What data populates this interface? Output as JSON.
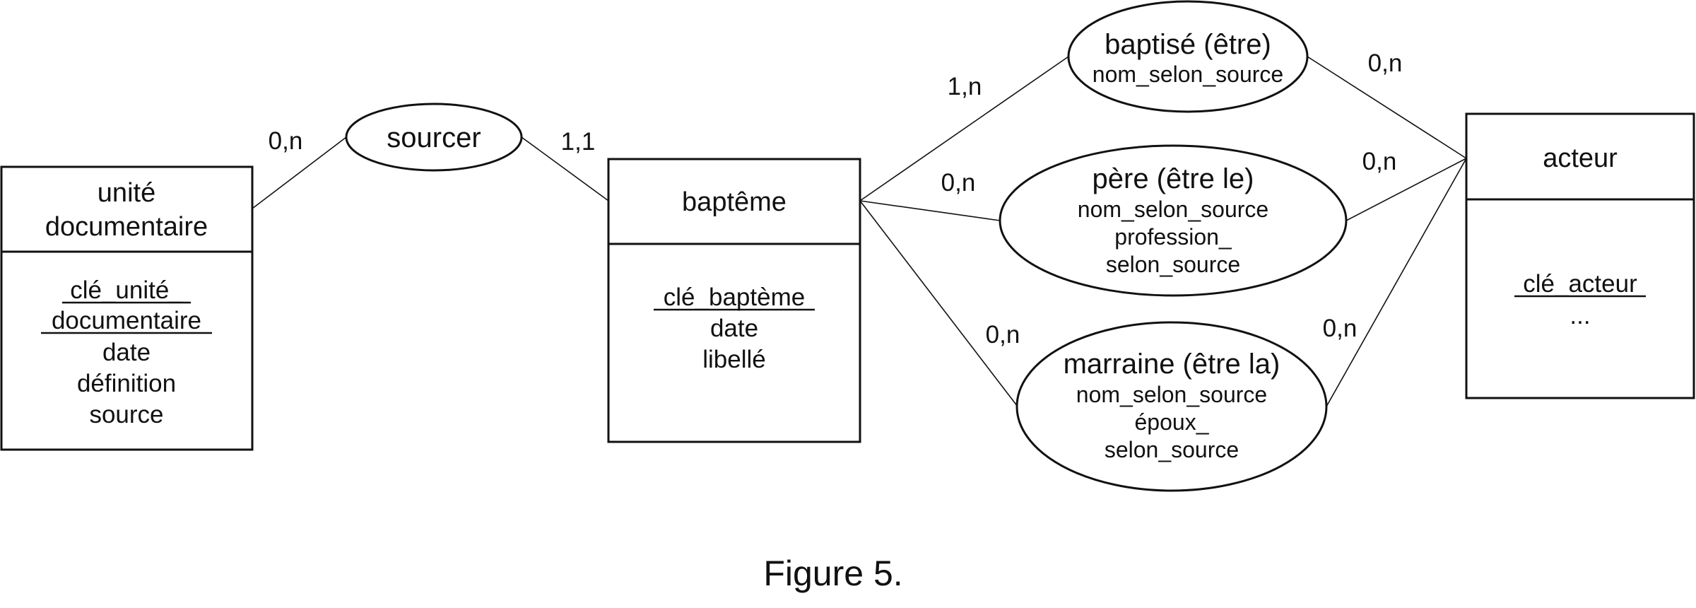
{
  "entities": {
    "unite": {
      "title": [
        "unité",
        "documentaire"
      ],
      "key": [
        "clé_unité_",
        "documentaire"
      ],
      "attributes": [
        "date",
        "définition",
        "source"
      ]
    },
    "bapteme": {
      "title": [
        "baptême"
      ],
      "key": [
        "clé_baptème"
      ],
      "attributes": [
        "date",
        "libellé"
      ]
    },
    "acteur": {
      "title": [
        "acteur"
      ],
      "key": [
        "clé_acteur"
      ],
      "attributes": [
        "..."
      ]
    }
  },
  "relationships": {
    "sourcer": {
      "name": "sourcer",
      "attributes": []
    },
    "baptise": {
      "name": "baptisé (être)",
      "attributes": [
        "nom_selon_source"
      ]
    },
    "pere": {
      "name": "père (être le)",
      "attributes": [
        "nom_selon_source",
        "profession_",
        "selon_source"
      ]
    },
    "marraine": {
      "name": "marraine (être la)",
      "attributes": [
        "nom_selon_source",
        "époux_",
        "selon_source"
      ]
    }
  },
  "cardinalities": {
    "unite_sourcer": "0,n",
    "sourcer_bapteme": "1,1",
    "bapteme_baptise": "1,n",
    "bapteme_pere": "0,n",
    "bapteme_marraine": "0,n",
    "baptise_acteur": "0,n",
    "pere_acteur": "0,n",
    "marraine_acteur": "0,n"
  },
  "caption": "Figure 5."
}
